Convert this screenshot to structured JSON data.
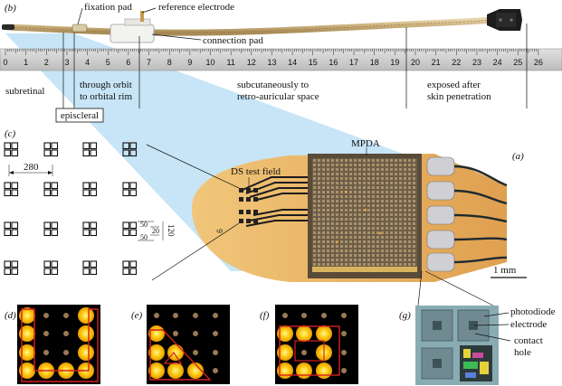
{
  "panels": {
    "a": "(a)",
    "b": "(b)",
    "c": "(c)",
    "d": "(d)",
    "e": "(e)",
    "f": "(f)",
    "g": "(g)"
  },
  "panel_b": {
    "callouts": {
      "fixation_pad": "fixation pad",
      "reference_electrode": "reference electrode",
      "connection_pad": "connection pad"
    },
    "ruler": {
      "ticks": [
        "0",
        "1",
        "2",
        "3",
        "4",
        "5",
        "6",
        "7",
        "8",
        "9",
        "10",
        "11",
        "12",
        "13",
        "14",
        "15",
        "16",
        "17",
        "18",
        "19",
        "20",
        "21",
        "22",
        "23",
        "24",
        "25",
        "26"
      ]
    },
    "segments": {
      "subretinal": "subretinal",
      "orbit_l1": "through orbit",
      "orbit_l2": "to orbital rim",
      "retro_l1": "subcutaneously to",
      "retro_l2": "retro-auricular space",
      "exposed_l1": "exposed after",
      "exposed_l2": "skin penetration",
      "episcleral": "episcleral"
    }
  },
  "panel_c": {
    "spacing": "280",
    "dim_a": "50",
    "dim_b": "20",
    "dim_c": "50",
    "dim_total": "120"
  },
  "panel_a": {
    "mpda": "MPDA",
    "ds_test_field": "DS test field",
    "scale": "1 mm"
  },
  "panel_g": {
    "photodiode": "photodiode",
    "electrode": "electrode",
    "contact_l1": "contact",
    "contact_l2": "hole"
  },
  "colors": {
    "cone": "#bde0f5",
    "chip": "#6b5a45",
    "substrate": "#e8b25f",
    "electrode_lit": "#ffd21a",
    "outline": "#d62020"
  }
}
